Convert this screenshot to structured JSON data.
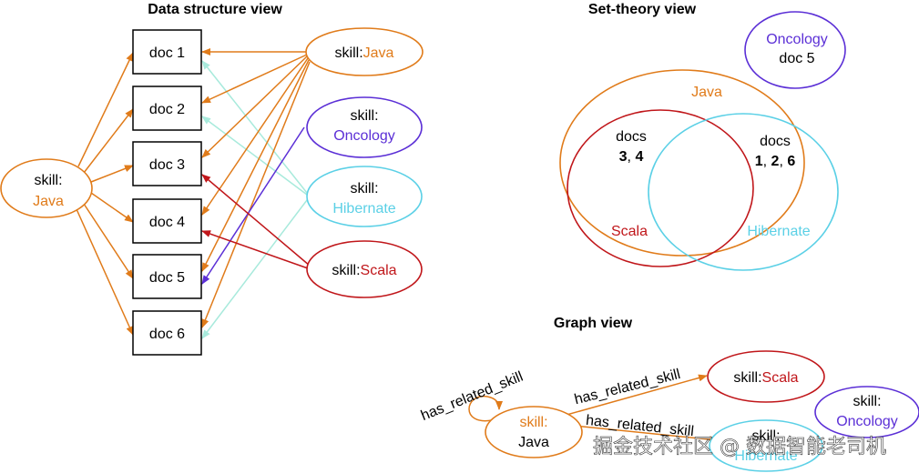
{
  "colors": {
    "java": "#e07b1a",
    "oncology": "#5b2fd6",
    "hibernate": "#5bd0e6",
    "hibernate_arrow": "#a8eadc",
    "scala": "#c0161a",
    "black": "#000000"
  },
  "data_structure_view": {
    "title": "Data structure view",
    "docs": [
      "doc 1",
      "doc 2",
      "doc 3",
      "doc 4",
      "doc 5",
      "doc 6"
    ],
    "java_source": {
      "prefix": "skill:",
      "value": "Java"
    },
    "skills": [
      {
        "prefix": "skill:",
        "value": "Java",
        "color_key": "java"
      },
      {
        "prefix": "skill:",
        "value": "Oncology",
        "color_key": "oncology"
      },
      {
        "prefix": "skill:",
        "value": "Hibernate",
        "color_key": "hibernate"
      },
      {
        "prefix": "skill:",
        "value": "Scala",
        "color_key": "scala"
      }
    ]
  },
  "set_theory_view": {
    "title": "Set-theory view",
    "oncology_label": "Oncology",
    "oncology_doc": "doc 5",
    "java_label": "Java",
    "scala_label": "Scala",
    "hibernate_label": "Hibernate",
    "left_docs_word": "docs",
    "left_docs_nums": [
      "3",
      "4"
    ],
    "right_docs_word": "docs",
    "right_docs_nums": [
      "1",
      "2",
      "6"
    ]
  },
  "graph_view": {
    "title": "Graph view",
    "java_node": {
      "prefix": "skill:",
      "value": "Java"
    },
    "scala_node": {
      "prefix": "skill:",
      "value": "Scala"
    },
    "hibernate_node": {
      "prefix": "skill:",
      "value": "Hibernate"
    },
    "oncology_node": {
      "prefix": "skill:",
      "value": "Oncology"
    },
    "self_edge_label": "has_related_skill",
    "scala_edge_label": "has_related_skill",
    "hibernate_edge_label": "has_related_skill"
  },
  "watermark": "掘金技术社区 @ 数据智能老司机"
}
